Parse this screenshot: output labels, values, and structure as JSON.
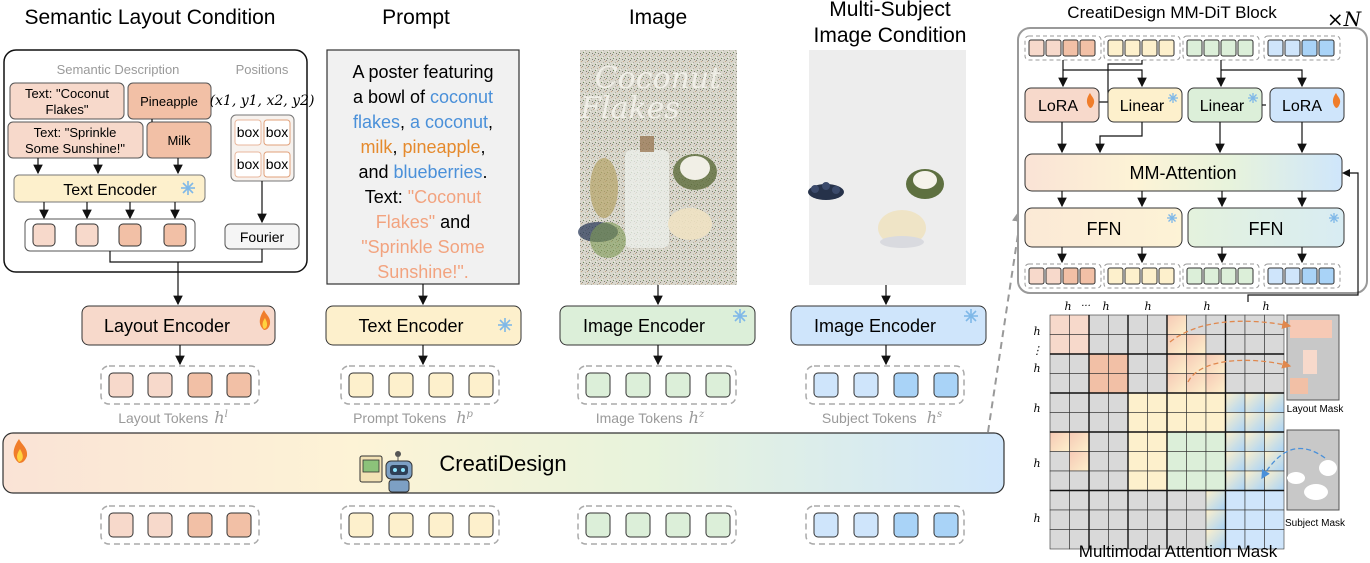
{
  "titles": {
    "semantic_layout": "Semantic Layout Condition",
    "prompt": "Prompt",
    "image": "Image",
    "multi_subject_1": "Multi-Subject",
    "multi_subject_2": "Image Condition",
    "block": "CreatiDesign MM-DiT Block",
    "times_n": "×N",
    "mask": "Multimodal Attention Mask"
  },
  "layout_panel": {
    "semantic_description": "Semantic Description",
    "positions": "Positions",
    "coords": "(x1, y1, x2, y2)",
    "desc1_line1": "Text: \"Coconut",
    "desc1_line2": "Flakes\"",
    "desc2": "Pineapple",
    "desc3_line1": "Text: \"Sprinkle",
    "desc3_line2": "Some Sunshine!\"",
    "desc4": "Milk",
    "text_encoder": "Text Encoder",
    "box": "box",
    "fourier": "Fourier"
  },
  "prompt_text": {
    "l1": "A poster featuring",
    "l2a": "a bowl of ",
    "l2b": "coconut",
    "l3a": "flakes",
    "l3b": ", ",
    "l3c": "a coconut",
    "l3d": ",",
    "l4a": "milk",
    "l4b": ", ",
    "l4c": "pineapple",
    "l4d": ",",
    "l5a": "and ",
    "l5b": "blueberries",
    "l5c": ".",
    "l6a": "Text: ",
    "l6b": "\"Coconut",
    "l7a": "Flakes\"",
    "l7b": " and",
    "l8": "\"Sprinkle Some",
    "l9": "Sunshine!\"."
  },
  "poster": {
    "title_line1": "Coconut",
    "title_line2": "Flakes"
  },
  "encoders": {
    "layout": "Layout Encoder",
    "text": "Text Encoder",
    "image": "Image Encoder",
    "subject": "Image Encoder"
  },
  "token_labels": {
    "layout": "Layout Tokens",
    "layout_sym": "h",
    "layout_sup": "l",
    "prompt": "Prompt Tokens",
    "prompt_sym": "h",
    "prompt_sup": "p",
    "image": "Image Tokens",
    "image_sym": "h",
    "image_sup": "z",
    "subject": "Subject Tokens",
    "subject_sym": "h",
    "subject_sup": "s"
  },
  "main_bar": {
    "label": "CreatiDesign"
  },
  "block": {
    "lora1": "LoRA",
    "linear1": "Linear",
    "linear2": "Linear",
    "lora2": "LoRA",
    "attention": "MM-Attention",
    "ffn1": "FFN",
    "ffn2": "FFN"
  },
  "mask_labels": {
    "top_h1l": "h",
    "top_dots": "···",
    "top_h4l": "h",
    "top_hp": "h",
    "top_hz": "h",
    "top_hs": "h",
    "row_h1l": "h",
    "row_vdots": "⋮",
    "row_h4l": "h",
    "row_hp": "h",
    "row_hz": "h",
    "row_hs": "h",
    "layout_mask": "Layout Mask",
    "subject_mask": "Subject Mask"
  },
  "colors": {
    "pink": "#f7d9cb",
    "pink_dark": "#f2c0a6",
    "yellow": "#fdf0cc",
    "green": "#dcefd9",
    "blue": "#cfe5fb",
    "blue_dark": "#a9d3f7",
    "orange_text": "#e58a2d",
    "blue_text": "#4a90d9",
    "salmon_text": "#f2a37f"
  }
}
